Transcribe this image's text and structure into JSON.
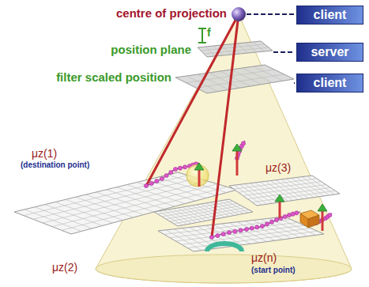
{
  "diagram": {
    "nodes": [
      {
        "text": [
          "client"
        ]
      },
      {
        "text": [
          "server"
        ]
      },
      {
        "text": [
          "client"
        ]
      }
    ],
    "labels": [
      "centre of projection",
      "f",
      "position plane",
      "filter scaled position",
      "μz(1)",
      "(destination point)",
      "μz(2)",
      "μz(3)",
      "μz(n)",
      "(start point)"
    ]
  }
}
